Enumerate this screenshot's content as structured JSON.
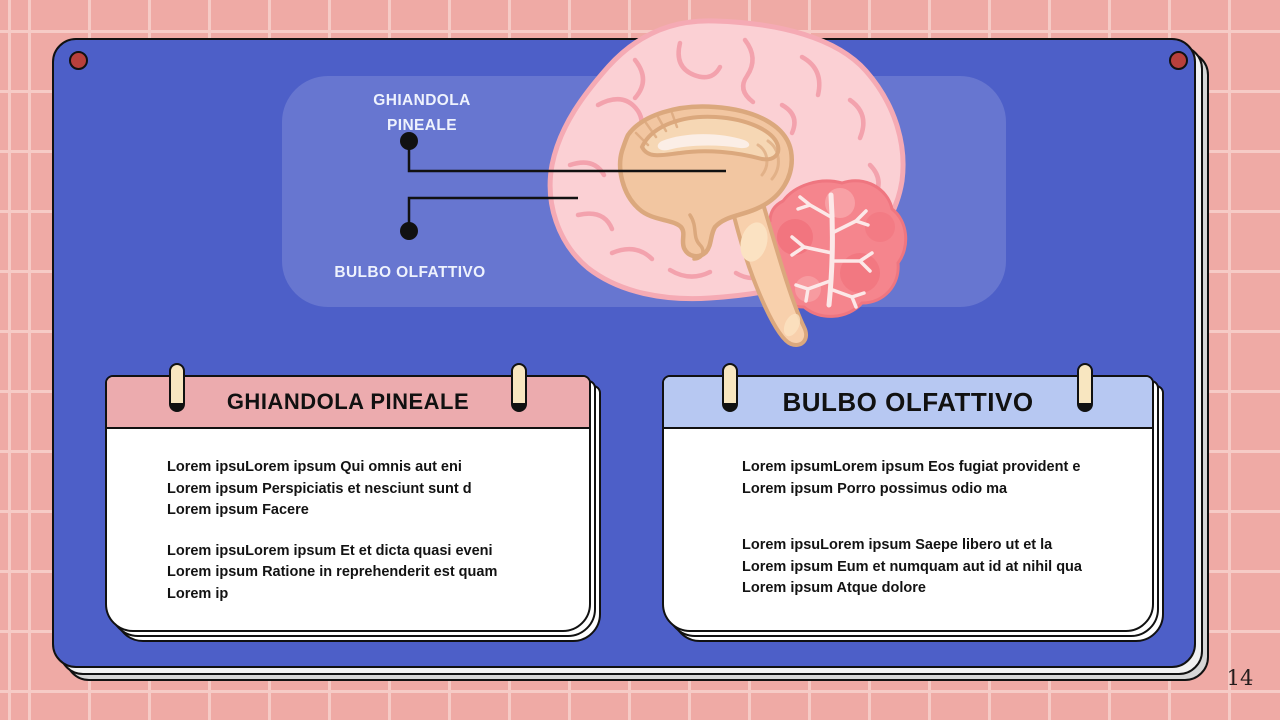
{
  "page_number": "14",
  "diagram": {
    "labels": {
      "pineale_line1": "GHIANDOLA",
      "pineale_line2": "PINEALE",
      "bulbo": "BULBO OLFATTIVO"
    }
  },
  "cards": {
    "left": {
      "title": "GHIANDOLA PINEALE",
      "para1": [
        "Lorem ipsuLorem ipsum Qui omnis aut eni",
        "Lorem ipsum Perspiciatis et nesciunt sunt d",
        "Lorem ipsum Facere"
      ],
      "para2": [
        "Lorem ipsuLorem ipsum Et et dicta quasi eveni",
        "Lorem ipsum Ratione in reprehenderit est quam",
        "Lorem ip"
      ]
    },
    "right": {
      "title": "BULBO OLFATTIVO",
      "para1": [
        "Lorem ipsumLorem ipsum Eos fugiat provident e",
        "Lorem ipsum Porro possimus odio ma"
      ],
      "para2": [
        "Lorem ipsuLorem ipsum Saepe libero ut et la",
        "Lorem ipsum Eum et numquam aut id at nihil qua",
        "Lorem ipsum Atque dolore"
      ]
    }
  },
  "colors": {
    "background": "#efaaa5",
    "grid_line": "#f6cbc6",
    "panel_blue": "#4d5fc8",
    "inner_panel_tint": "rgba(255,255,255,0.15)",
    "card_header_pink": "#ecabae",
    "card_header_blue": "#b7c8f2",
    "pin_cream": "#f8e6c0",
    "screw_red": "#b8403c",
    "brain_pink": "#fbd0d4",
    "brain_gyri": "#f3a2ad",
    "brain_inner_tan": "#f2c6a1",
    "brainstem_peach": "#f8d0ac",
    "cerebellum_red": "#f5858d"
  }
}
